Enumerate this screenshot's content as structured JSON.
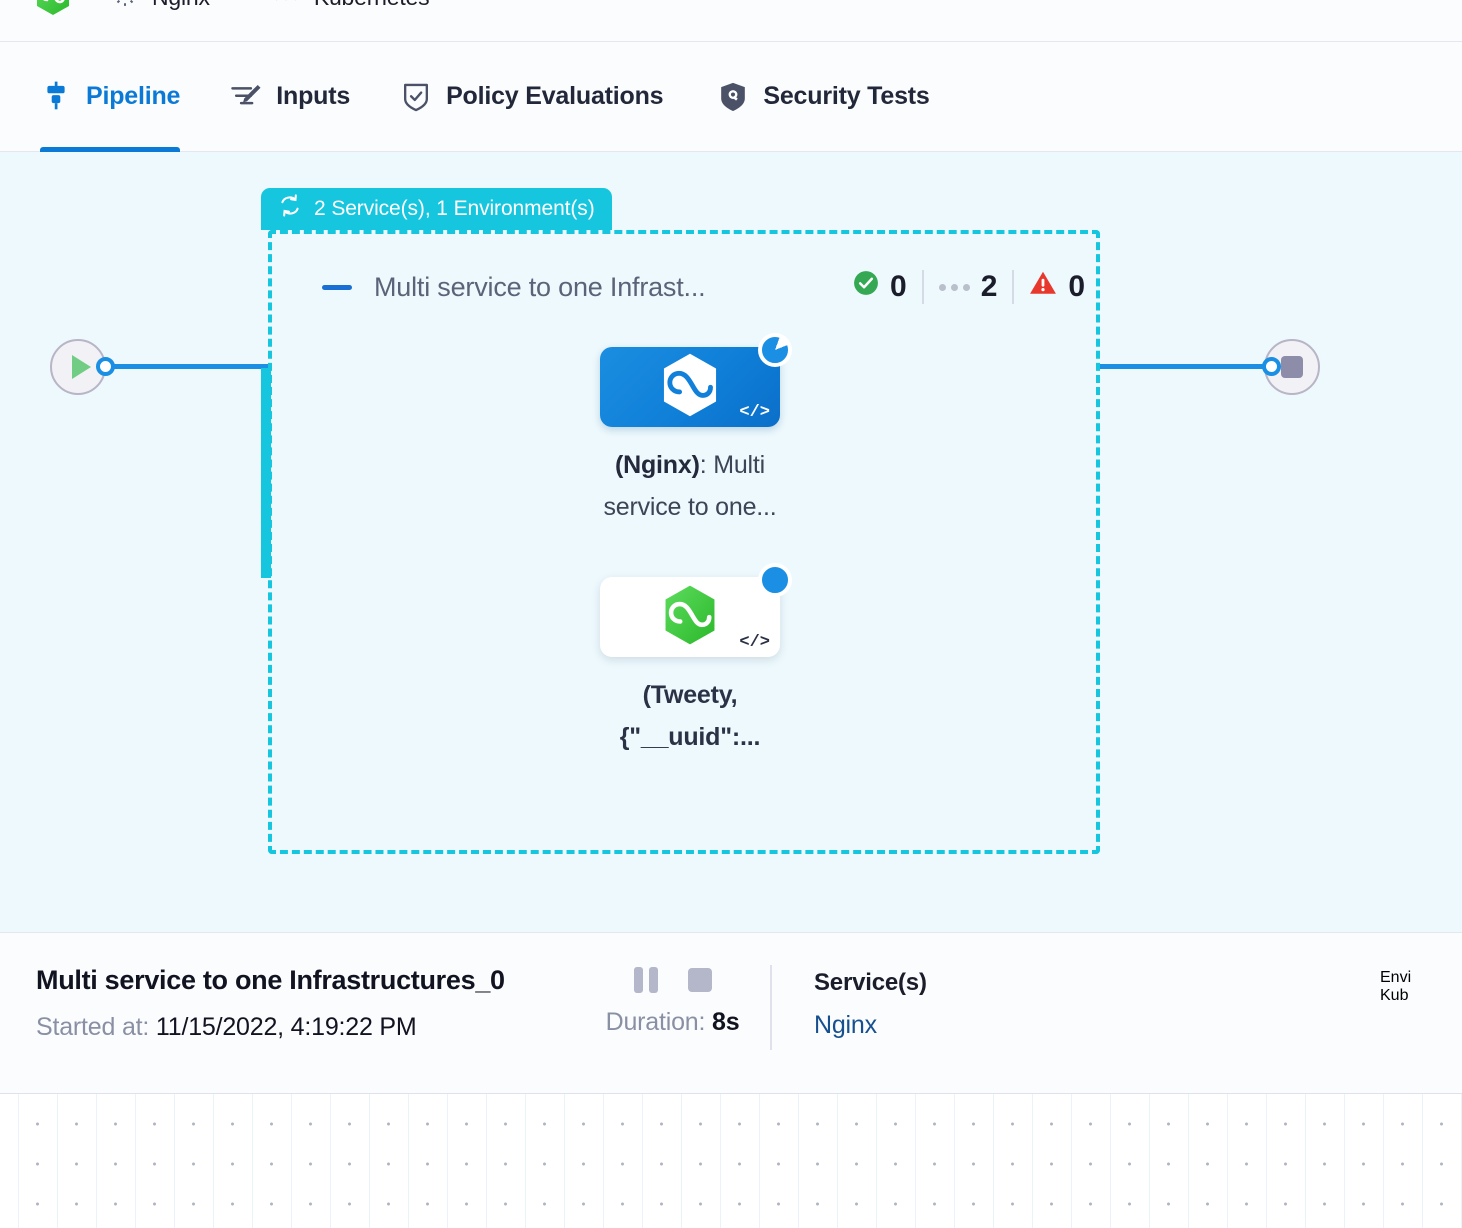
{
  "breadcrumb": {
    "logo_icon": "hexagon-logo-green",
    "items": [
      {
        "icon": "gear-icon",
        "label": "Nginx"
      },
      {
        "icon": "kubernetes-icon",
        "label": "Kubernetes"
      }
    ]
  },
  "tabs": [
    {
      "id": "pipeline",
      "label": "Pipeline",
      "icon": "pipeline-icon",
      "active": true
    },
    {
      "id": "inputs",
      "label": "Inputs",
      "icon": "inputs-pencil-icon",
      "active": false
    },
    {
      "id": "policy-evaluations",
      "label": "Policy Evaluations",
      "icon": "shield-check-icon",
      "active": false
    },
    {
      "id": "security-tests",
      "label": "Security Tests",
      "icon": "shield-lock-icon",
      "active": false
    }
  ],
  "canvas": {
    "background_color": "#edf9fd",
    "start_node": {
      "icon": "play-icon",
      "name": "start-node"
    },
    "end_node": {
      "icon": "stop-square-icon",
      "name": "end-node"
    },
    "group": {
      "badge_icon": "loop-matrix-icon",
      "badge_label": "2 Service(s), 1 Environment(s)",
      "badge_color": "#16c6de",
      "collapse_icon": "minus-icon",
      "title": "Multi service to one Infrast...",
      "status": {
        "success_icon": "check-circle-icon",
        "success_count": "0",
        "pending_icon": "dots-icon",
        "pending_count": "2",
        "error_icon": "warning-triangle-icon",
        "error_count": "0",
        "success_color": "#34a853",
        "error_color": "#e8382d"
      },
      "steps": [
        {
          "name": "step-nginx",
          "selected": true,
          "logo_icon": "hexagon-infinity-white-icon",
          "code_icon": "code-brackets-icon",
          "status_icon": "running-spinner-icon",
          "label_bold": "(Nginx)",
          "label_rest": ": Multi",
          "label_line2": "service to one...",
          "card_color": "#0f7fd8"
        },
        {
          "name": "step-tweety",
          "selected": false,
          "logo_icon": "hexagon-infinity-green-icon",
          "code_icon": "code-brackets-icon",
          "status_icon": "running-dot-icon",
          "label_line1": "(Tweety,",
          "label_line2": "{\"__uuid\":...",
          "card_color": "#ffffff"
        }
      ]
    }
  },
  "detail": {
    "title": "Multi service to one Infrastructures_0",
    "started_label": "Started at:",
    "started_value": "11/15/2022, 4:19:22 PM",
    "controls": {
      "pause_icon": "pause-icon",
      "stop_icon": "stop-icon",
      "duration_label": "Duration:",
      "duration_value": "8s"
    },
    "services": {
      "heading": "Service(s)",
      "value": "Nginx"
    },
    "environments": {
      "heading": "Envi",
      "value": "Kub"
    }
  }
}
